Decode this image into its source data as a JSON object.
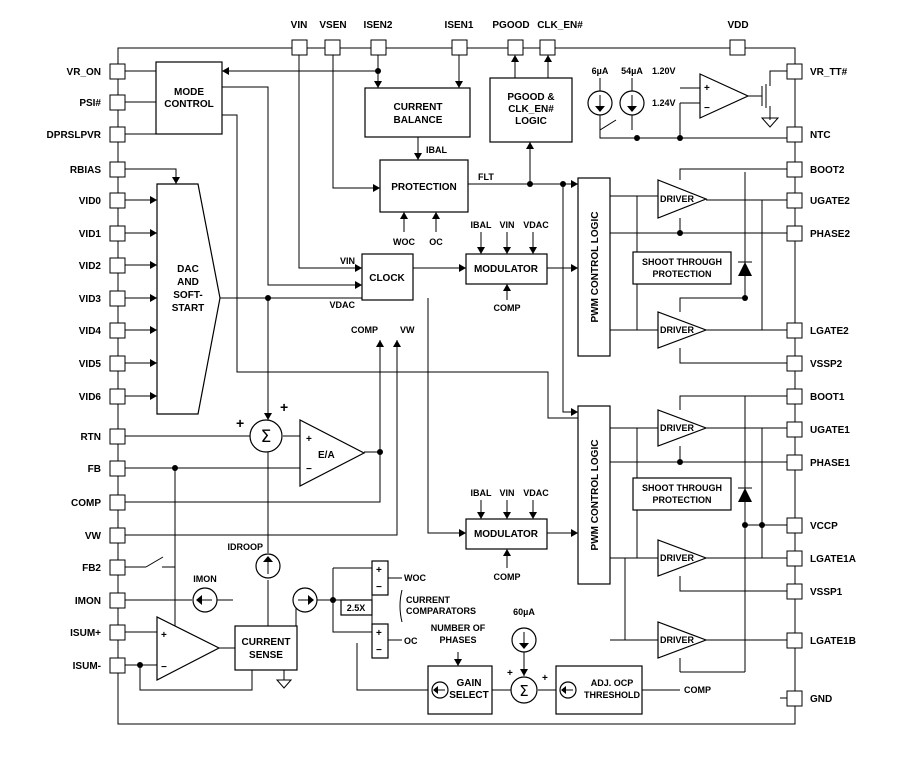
{
  "pins_left": [
    "VR_ON",
    "PSI#",
    "DPRSLPVR",
    "RBIAS",
    "VID0",
    "VID1",
    "VID2",
    "VID3",
    "VID4",
    "VID5",
    "VID6",
    "RTN",
    "FB",
    "COMP",
    "VW",
    "FB2",
    "IMON",
    "ISUM+",
    "ISUM-"
  ],
  "pins_top": [
    "VIN",
    "VSEN",
    "ISEN2",
    "ISEN1",
    "PGOOD",
    "CLK_EN#",
    "VDD"
  ],
  "pins_right": [
    "VR_TT#",
    "NTC",
    "BOOT2",
    "UGATE2",
    "PHASE2",
    "LGATE2",
    "VSSP2",
    "BOOT1",
    "UGATE1",
    "PHASE1",
    "VCCP",
    "LGATE1A",
    "VSSP1",
    "LGATE1B",
    "GND"
  ],
  "blocks": {
    "mode_control": [
      "MODE",
      "CONTROL"
    ],
    "current_balance": [
      "CURRENT",
      "BALANCE"
    ],
    "pgood_logic": [
      "PGOOD &",
      "CLK_EN#",
      "LOGIC"
    ],
    "protection": "PROTECTION",
    "dac": [
      "DAC",
      "AND",
      "SOFT-",
      "START"
    ],
    "clock": "CLOCK",
    "modulator": "MODULATOR",
    "pwm_logic": "PWM CONTROL LOGIC",
    "driver": "DRIVER",
    "shoot_through": [
      "SHOOT THROUGH",
      "PROTECTION"
    ],
    "ea": "E/A",
    "current_sense": [
      "CURRENT",
      "SENSE"
    ],
    "gain_select": [
      "GAIN",
      "SELECT"
    ],
    "adj_ocp": [
      "ADJ. OCP",
      "THRESHOLD"
    ],
    "gain_2_5x": "2.5X"
  },
  "signals": {
    "ibal": "IBAL",
    "flt": "FLT",
    "woc": "WOC",
    "oc": "OC",
    "vin": "VIN",
    "vdac": "VDAC",
    "comp": "COMP",
    "vw": "VW",
    "idroop": "IDROOP",
    "imon": "IMON",
    "current_comparators": [
      "CURRENT",
      "COMPARATORS"
    ],
    "number_of_phases": [
      "NUMBER OF",
      "PHASES"
    ],
    "i_6ua": "6µA",
    "i_54ua": "54µA",
    "v_120": "1.20V",
    "v_124": "1.24V",
    "i_60ua": "60µA",
    "plus": "+",
    "minus": "−",
    "sigma": "Σ"
  }
}
